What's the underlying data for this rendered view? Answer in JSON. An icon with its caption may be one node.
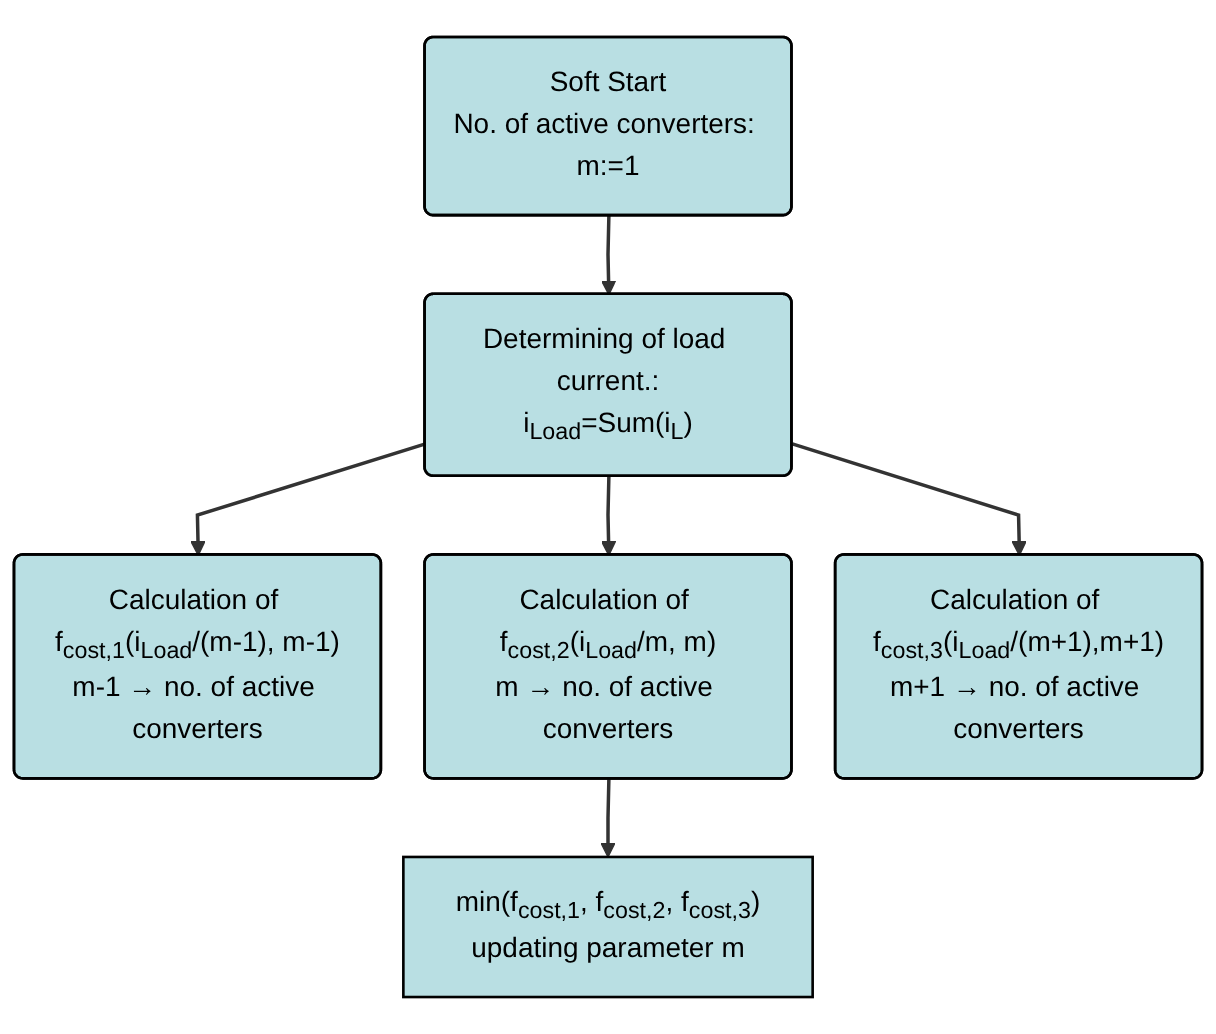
{
  "diagram": {
    "nodes": [
      {
        "text": [
          "Soft Start",
          "No. of active converters: m:=1"
        ]
      },
      {
        "text": [
          "Determining of load current.:",
          "i$_{Load}$=Sum(i$_{L}$)"
        ]
      },
      {
        "text": [
          "Calculation of f$_{cost,1}$(i$_{Load}$/(m-1), m-1)",
          "m-1 → no. of active converters"
        ]
      },
      {
        "text": [
          "Calculation of f$_{cost,2}$(i$_{Load}$/m, m)",
          "m → no. of active converters"
        ]
      },
      {
        "text": [
          "Calculation of f$_{cost,3}$(i$_{Load}$/(m+1),m+1)",
          "m+1 → no. of active converters"
        ]
      },
      {
        "text": [
          "min(f$_{cost,1}$, f$_{cost,2}$, f$_{cost,3}$)",
          "updating parameter m"
        ]
      }
    ],
    "edges": [
      {
        "from": 0,
        "to": 1,
        "arrow": "to"
      },
      {
        "from": 1,
        "to": 2,
        "arrow": "to"
      },
      {
        "from": 1,
        "to": 3,
        "arrow": "to"
      },
      {
        "from": 1,
        "to": 4,
        "arrow": "to"
      },
      {
        "from": 3,
        "to": 5,
        "arrow": "to"
      }
    ]
  }
}
